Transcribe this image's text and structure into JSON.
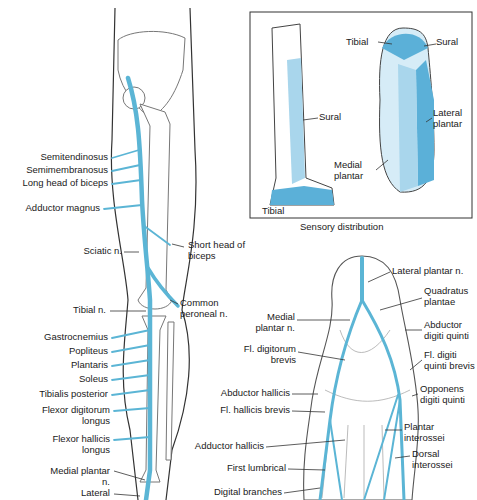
{
  "diagram": {
    "labels": [
      "Semitendinosus",
      "Semimembranosus",
      "Long head of biceps",
      "Adductor magnus",
      "Sciatic n.",
      "Short head of biceps",
      "Tibial n.",
      "Common peroneal n.",
      "Gastrocnemius",
      "Popliteus",
      "Plantaris",
      "Soleus",
      "Tibialis posterior",
      "Flexor digitorum longus",
      "Flexor hallicis longus",
      "Medial plantar n.",
      "Lateral",
      "Tibial",
      "Sural",
      "Sural",
      "Lateral plantar",
      "Medial plantar",
      "Tibial",
      "Sensory distribution",
      "Lateral plantar n.",
      "Medial plantar n.",
      "Quadratus plantae",
      "Abductor digiti quinti",
      "Fl. digitorum brevis",
      "Fl. digiti quinti brevis",
      "Abductor hallicis",
      "Opponens digiti quinti",
      "Fl. hallicis brevis",
      "Plantar interossei",
      "Adductor hallicis",
      "Dorsal interossei",
      "First lumbrical",
      "Digital branches"
    ]
  }
}
